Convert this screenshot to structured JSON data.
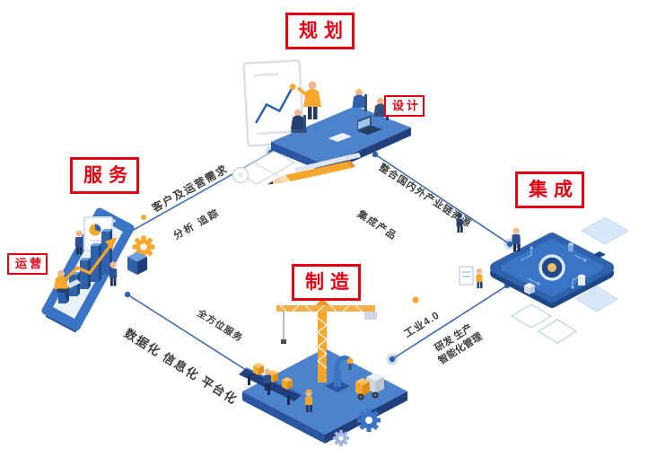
{
  "diagram": {
    "nodes": {
      "planning": "规划",
      "design": "设计",
      "service": "服务",
      "operation": "运营",
      "integration": "集成",
      "manufacturing": "制造"
    },
    "edges": {
      "service_to_planning": {
        "main": "客户及运营需求",
        "sub": "分析 追踪"
      },
      "planning_to_integration": {
        "main": "整合国内外产业链资源",
        "sub": "集成产品"
      },
      "integration_to_manufacturing": {
        "main": "工业4.0",
        "sub_line1": "研发 生产",
        "sub_line2": "智能化管理"
      },
      "service_to_manufacturing": {
        "main": "数据化 信息化 平台化",
        "sub": "全方位服务"
      }
    },
    "colors": {
      "label_red": "#e60012",
      "line_blue": "#3a6bb5",
      "primary_blue": "#2e62ad",
      "mid_blue": "#3a74c4",
      "light_blue": "#d7e7f7",
      "orange": "#f6a62a",
      "text_dark": "#3d3d3d"
    }
  }
}
